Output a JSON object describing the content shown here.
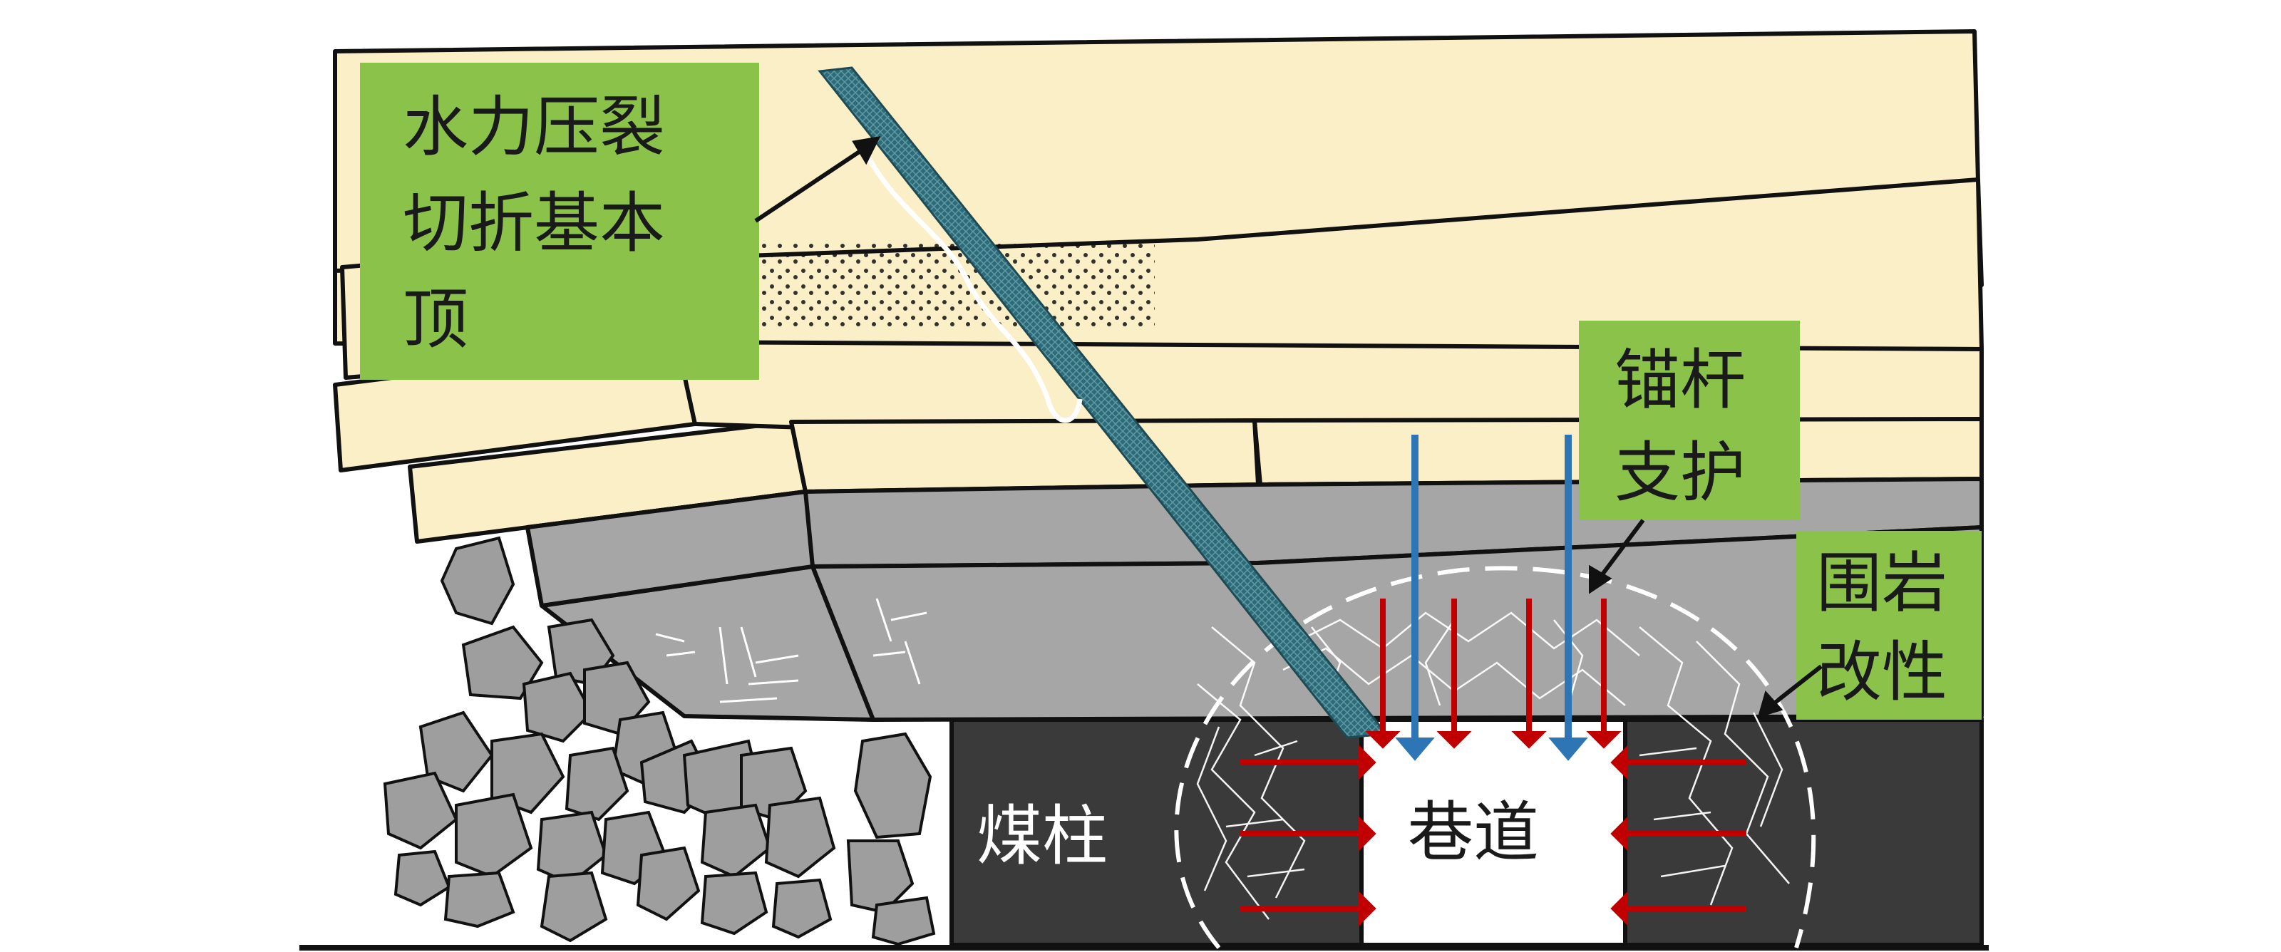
{
  "labels": {
    "hydraulic_fracturing": [
      "水力压裂",
      "切折基本",
      "顶"
    ],
    "bolt_support": [
      "锚杆",
      "支护"
    ],
    "rock_modification": [
      "围岩",
      "改性"
    ],
    "coal_pillar": "煤柱",
    "roadway": "巷道"
  },
  "colors": {
    "rock_layer": "#FBEFC8",
    "gray_rock": "#A6A6A6",
    "light_gray_rock": "#BFBFBF",
    "coal": "#3A3A3A",
    "label_box": "#8BC34A",
    "borehole": "#2E6B78",
    "bolt_blue": "#2E75B6",
    "bolt_red": "#C00000",
    "gangue": "#9E9E9E"
  }
}
